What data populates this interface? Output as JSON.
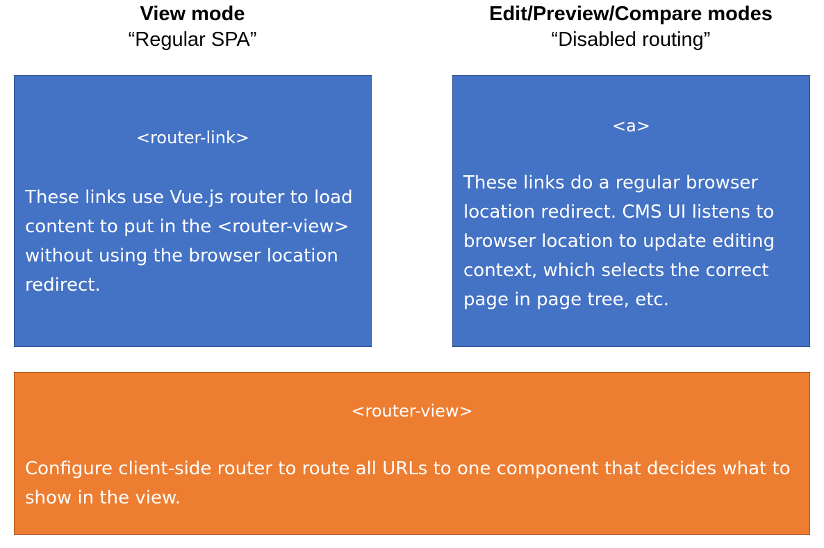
{
  "columns": {
    "view": {
      "title": "View mode",
      "subtitle": "“Regular SPA”"
    },
    "edit": {
      "title": "Edit/Preview/Compare modes",
      "subtitle": "“Disabled routing”"
    }
  },
  "boxes": {
    "router_link": {
      "title": "<router-link>",
      "body": "These links use Vue.js router to load content to put in the <router-view> without using the browser location redirect."
    },
    "anchor": {
      "title": "<a>",
      "body": "These links do a regular browser location redirect. CMS UI listens to browser location to update editing context, which selects the correct page in page tree, etc."
    },
    "router_view": {
      "title": "<router-view>",
      "body": "Configure client-side router to route all URLs to one component that decides what to show in the view."
    }
  },
  "colors": {
    "blue_box": "#4472c4",
    "orange_box": "#ed7d31",
    "box_text": "#ffffff"
  }
}
